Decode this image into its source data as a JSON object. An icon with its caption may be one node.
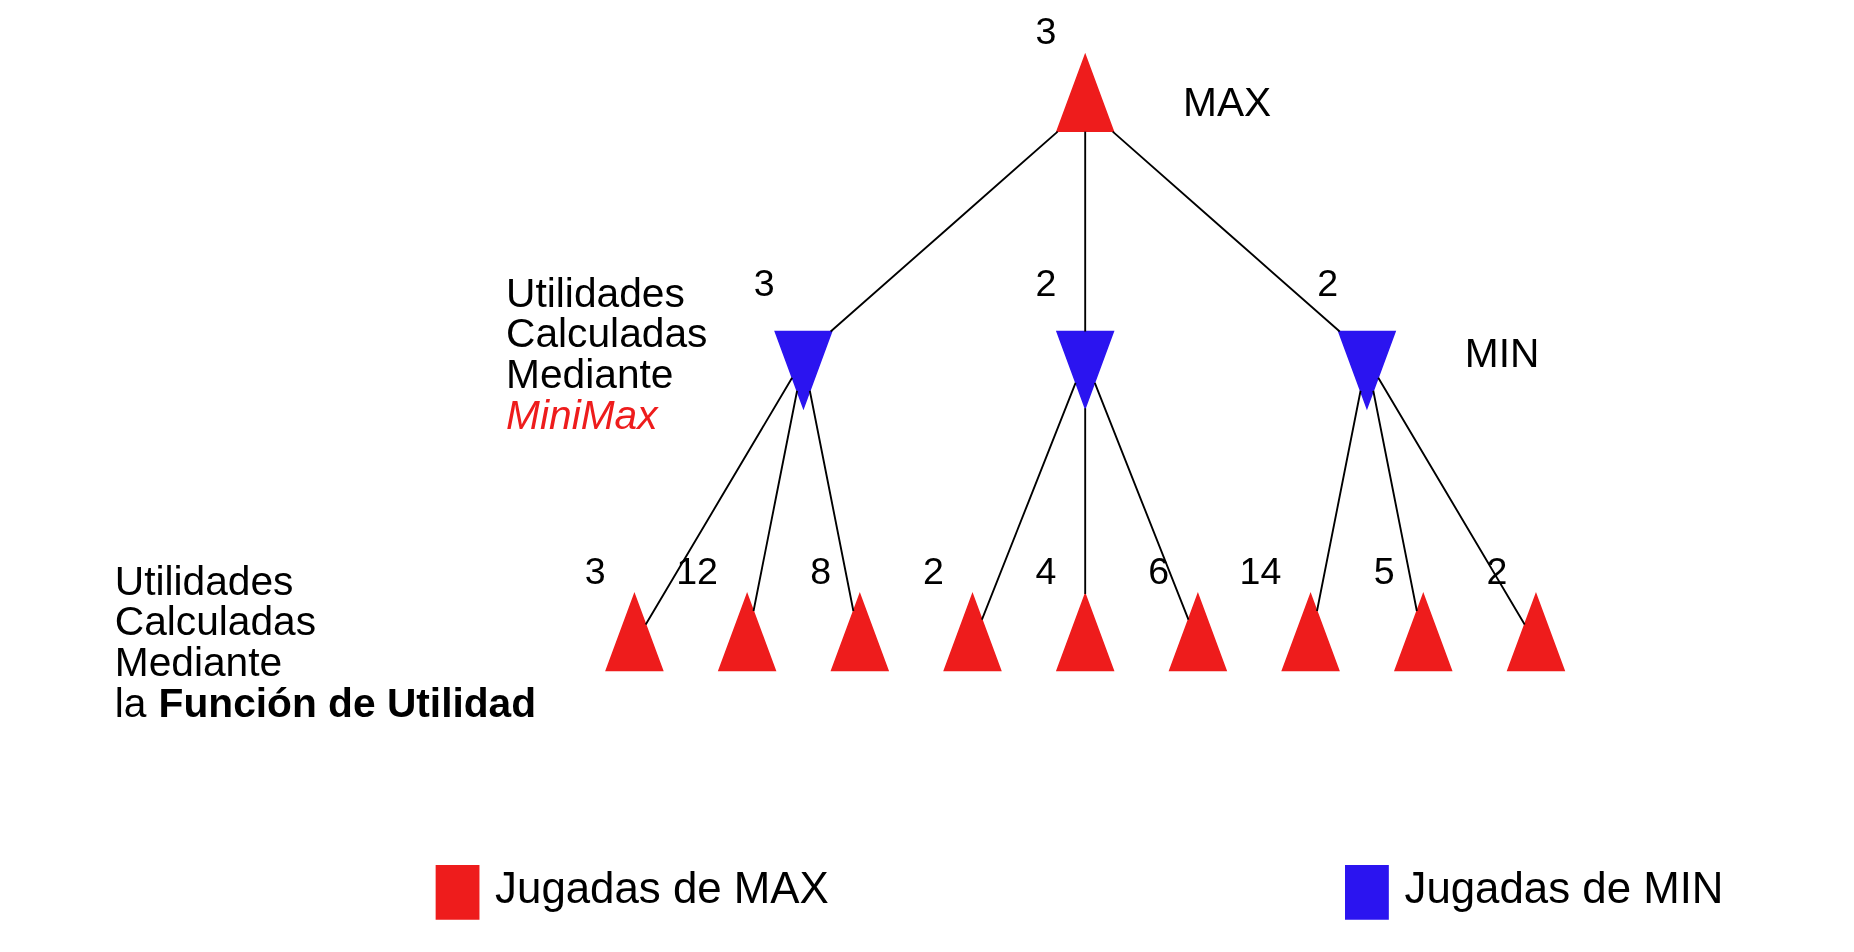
{
  "diagram": {
    "nodes": [
      {
        "text": [],
        "shape": "triangle",
        "beside": [
          "3"
        ]
      },
      {
        "text": [],
        "shape": "inverted-triangle",
        "beside": [
          "3"
        ]
      },
      {
        "text": [],
        "shape": "inverted-triangle",
        "beside": [
          "2"
        ]
      },
      {
        "text": [],
        "shape": "inverted-triangle",
        "beside": [
          "2"
        ]
      },
      {
        "text": [],
        "shape": "triangle",
        "beside": [
          "3"
        ]
      },
      {
        "text": [],
        "shape": "triangle",
        "beside": [
          "12"
        ]
      },
      {
        "text": [],
        "shape": "triangle",
        "beside": [
          "8"
        ]
      },
      {
        "text": [],
        "shape": "triangle",
        "beside": [
          "2"
        ]
      },
      {
        "text": [],
        "shape": "triangle",
        "beside": [
          "4"
        ]
      },
      {
        "text": [],
        "shape": "triangle",
        "beside": [
          "6"
        ]
      },
      {
        "text": [],
        "shape": "triangle",
        "beside": [
          "14"
        ]
      },
      {
        "text": [],
        "shape": "triangle",
        "beside": [
          "5"
        ]
      },
      {
        "text": [],
        "shape": "triangle",
        "beside": [
          "2"
        ]
      }
    ],
    "edges": [
      {
        "from": 0,
        "to": 1,
        "arrow": "none"
      },
      {
        "from": 0,
        "to": 2,
        "arrow": "none"
      },
      {
        "from": 0,
        "to": 3,
        "arrow": "none"
      },
      {
        "from": 1,
        "to": 4,
        "arrow": "none"
      },
      {
        "from": 1,
        "to": 5,
        "arrow": "none"
      },
      {
        "from": 1,
        "to": 6,
        "arrow": "none"
      },
      {
        "from": 2,
        "to": 7,
        "arrow": "none"
      },
      {
        "from": 2,
        "to": 8,
        "arrow": "none"
      },
      {
        "from": 2,
        "to": 9,
        "arrow": "none"
      },
      {
        "from": 3,
        "to": 10,
        "arrow": "none"
      },
      {
        "from": 3,
        "to": 11,
        "arrow": "none"
      },
      {
        "from": 3,
        "to": 12,
        "arrow": "none"
      }
    ],
    "labels": [
      "Utilidades Calculadas Mediante *MiniMax*",
      "MAX",
      "MIN",
      "Utilidades Calculadas Mediante la **Función de Utilidad**"
    ],
    "legend": [
      {
        "text": "Jugadas de MAX",
        "color": "#ee1c1c"
      },
      {
        "text": "Jugadas de MIN",
        "color": "#2b14f0"
      }
    ]
  }
}
